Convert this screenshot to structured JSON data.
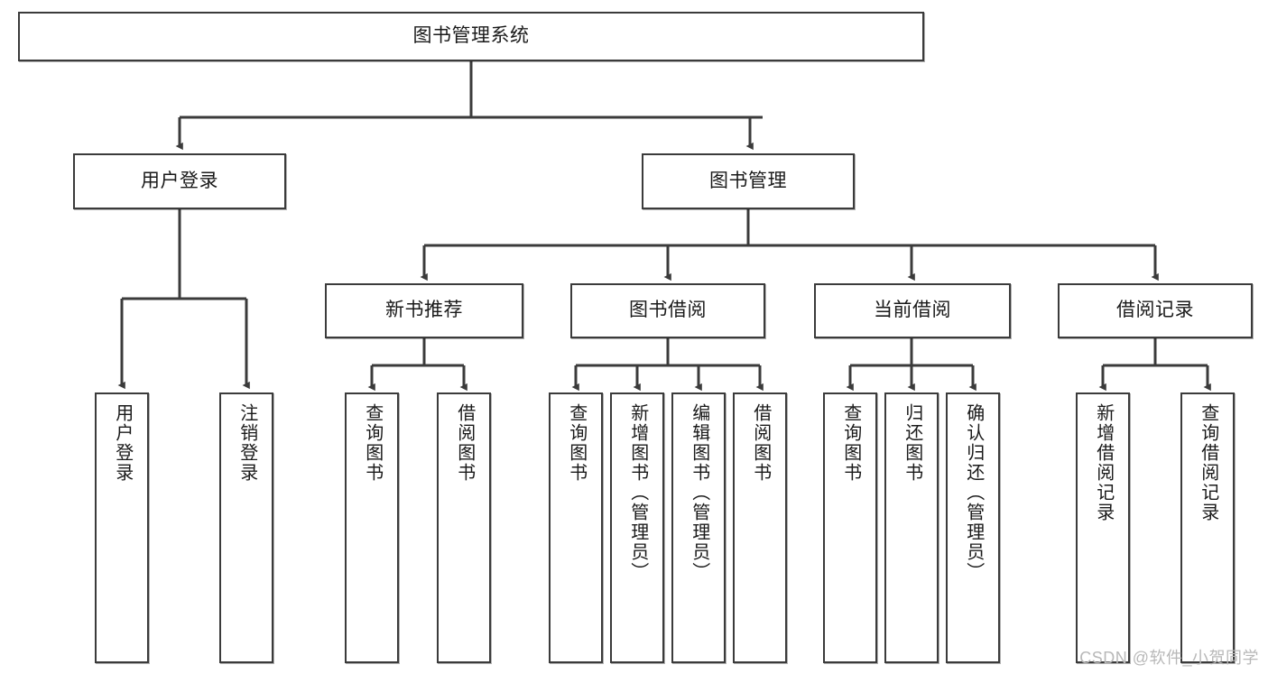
{
  "diagram": {
    "type": "tree-hierarchy",
    "title": "图书管理系统",
    "watermark": "CSDN @软件_小贺同学",
    "colors": {
      "box_border": "#3b3b3b",
      "box_fill": "#ffffff",
      "connector": "#3b3b3b",
      "text": "#1a1a1a",
      "watermark": "#b8b8b8"
    },
    "nodes": {
      "root": {
        "label": "图书管理系统",
        "level": 1
      },
      "l2": [
        {
          "id": "user-login",
          "label": "用户登录",
          "level": 2
        },
        {
          "id": "book-manage",
          "label": "图书管理",
          "level": 2
        }
      ],
      "l3": [
        {
          "id": "new-book-rec",
          "label": "新书推荐",
          "level": 3
        },
        {
          "id": "book-borrow",
          "label": "图书借阅",
          "level": 3
        },
        {
          "id": "current-borrow",
          "label": "当前借阅",
          "level": 3
        },
        {
          "id": "borrow-record",
          "label": "借阅记录",
          "level": 3
        }
      ],
      "leaves": [
        {
          "id": "leaf-user-login",
          "label": "用户登录",
          "parent": "user-login"
        },
        {
          "id": "leaf-logout",
          "label": "注销登录",
          "parent": "user-login"
        },
        {
          "id": "leaf-query-book-1",
          "label": "查询图书",
          "parent": "new-book-rec"
        },
        {
          "id": "leaf-borrow-book-1",
          "label": "借阅图书",
          "parent": "new-book-rec"
        },
        {
          "id": "leaf-query-book-2",
          "label": "查询图书",
          "parent": "book-borrow"
        },
        {
          "id": "leaf-add-book",
          "label": "新增图书（管理员）",
          "parent": "book-borrow"
        },
        {
          "id": "leaf-edit-book",
          "label": "编辑图书（管理员）",
          "parent": "book-borrow"
        },
        {
          "id": "leaf-borrow-book-2",
          "label": "借阅图书",
          "parent": "book-borrow"
        },
        {
          "id": "leaf-query-book-3",
          "label": "查询图书",
          "parent": "current-borrow"
        },
        {
          "id": "leaf-return-book",
          "label": "归还图书",
          "parent": "current-borrow"
        },
        {
          "id": "leaf-confirm-return",
          "label": "确认归还（管理员）",
          "parent": "current-borrow"
        },
        {
          "id": "leaf-add-record",
          "label": "新增借阅记录",
          "parent": "borrow-record"
        },
        {
          "id": "leaf-query-record",
          "label": "查询借阅记录",
          "parent": "borrow-record"
        }
      ]
    }
  }
}
